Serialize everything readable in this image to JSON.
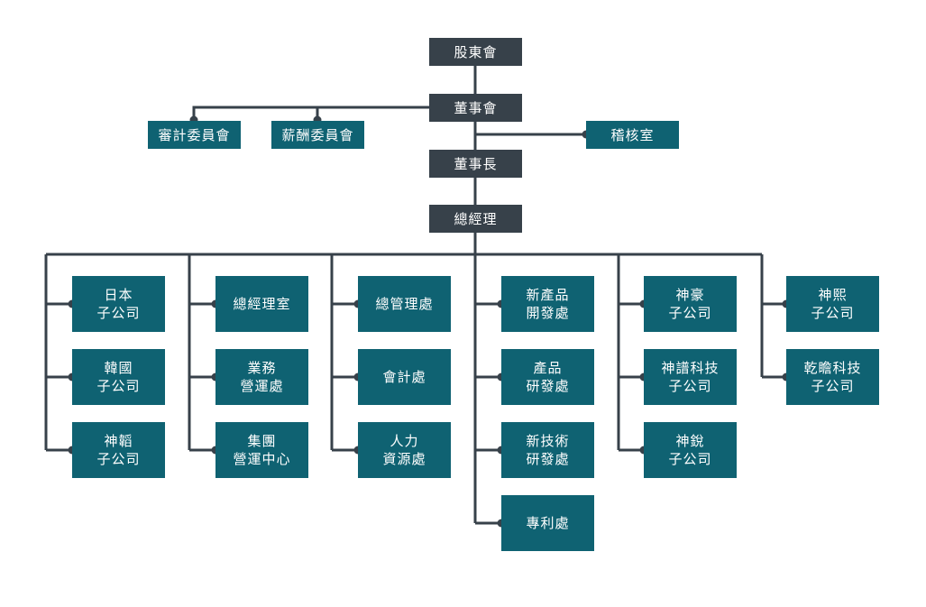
{
  "colors": {
    "line": "#37414a",
    "dark_box": "#37414a",
    "teal_box": "#0f6272"
  },
  "top": {
    "shareholders": "股東會",
    "board": "董事會",
    "audit_committee": "審計委員會",
    "compensation_committee": "薪酬委員會",
    "audit_office": "稽核室",
    "chairman": "董事長",
    "general_manager": "總經理"
  },
  "columns": [
    {
      "items": [
        "日本\n子公司",
        "韓國\n子公司",
        "神韜\n子公司"
      ]
    },
    {
      "items": [
        "總經理室",
        "業務\n營運處",
        "集團\n營運中心"
      ]
    },
    {
      "items": [
        "總管理處",
        "會計處",
        "人力\n資源處"
      ]
    },
    {
      "items": [
        "新產品\n開發處",
        "產品\n研發處",
        "新技術\n研發處",
        "專利處"
      ]
    },
    {
      "items": [
        "神豪\n子公司",
        "神譜科技\n子公司",
        "神銳\n子公司"
      ]
    },
    {
      "items": [
        "神熙\n子公司",
        "乾瞻科技\n子公司"
      ]
    }
  ]
}
